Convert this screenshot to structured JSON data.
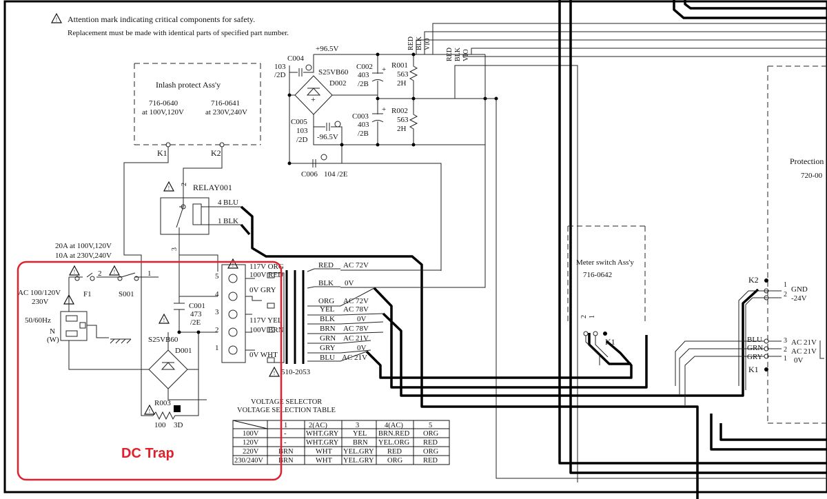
{
  "notes": {
    "line1": "Attention mark indicating critical components for safety.",
    "line2": "Replacement must be made with identical parts of specified part number."
  },
  "inlash": {
    "title": "Inlash protect Ass'y",
    "part_a": "716-0640",
    "part_a_note": "at 100V,120V",
    "part_b": "716-0641",
    "part_b_note": "at 230V,240V",
    "k1": "K1",
    "k2": "K2"
  },
  "rectifier": {
    "vpos": "+96.5V",
    "vneg": "-96.5V",
    "c004_val": "103",
    "c004_rating": "/2D",
    "c004": "C004",
    "bridge": "S25VB60",
    "d002": "D002",
    "c002": "C002",
    "c002_val": "403",
    "c002_rating": "/2B",
    "r001": "R001",
    "r001_val": "563",
    "r001_rating": "2H",
    "c003": "C003",
    "c003_val": "403",
    "c003_rating": "/2B",
    "r002": "R002",
    "r002_val": "563",
    "r002_rating": "2H",
    "c005": "C005",
    "c005_val": "103",
    "c005_rating": "/2D",
    "c006": "C006",
    "c006_val": "104 /2E",
    "wire_red": "RED",
    "wire_blk": "BLK",
    "wire_vio": "VIO"
  },
  "relay": {
    "name": "RELAY001",
    "pin4": "4",
    "pin4_wire": "BLU",
    "pin1": "1",
    "pin1_wire": "BLK",
    "pin2": "2",
    "pin3": "3"
  },
  "input": {
    "fuse_rating_a": "20A at 100V,120V",
    "fuse_rating_b": "10A at 230V,240V",
    "ac_label": "AC 100/120V",
    "ac_label2": "230V",
    "freq": "50/60Hz",
    "neutral": "N",
    "neutral2": "(W)",
    "fuse": "F1",
    "switch": "S001",
    "sw_pin2": "2",
    "sw_pin1": "1"
  },
  "dc_trap": {
    "title": "DC Trap",
    "c001": "C001",
    "c001_val": "473",
    "c001_rating": "/2E",
    "bridge": "S25VB60",
    "d001": "D001",
    "r003": "R003",
    "r003_val": "100",
    "r003_rating": "3D"
  },
  "selector": {
    "pins": [
      "5",
      "4",
      "3",
      "2",
      "1"
    ],
    "taps": [
      "117V ORG",
      "100V RED",
      "0V  GRY",
      "117V YEL",
      "100V BRN",
      "0V  WHT"
    ],
    "part": "510-2053"
  },
  "transformer": {
    "sec": [
      {
        "wire": "RED",
        "label": "AC 72V"
      },
      {
        "wire": "BLK",
        "label": "0V"
      },
      {
        "wire": "ORG",
        "label": "AC 72V"
      },
      {
        "wire": "YEL",
        "label": "AC 78V"
      },
      {
        "wire": "BLK",
        "label": "0V"
      },
      {
        "wire": "BRN",
        "label": "AC 78V"
      },
      {
        "wire": "GRN",
        "label": "AC 21V"
      },
      {
        "wire": "GRY",
        "label": "0V"
      },
      {
        "wire": "BLU",
        "label": "AC 21V"
      }
    ]
  },
  "voltage_table": {
    "title1": "VOLTAGE SELECTOR",
    "title2": "VOLTAGE SELECTION TABLE",
    "headers": [
      "1",
      "2(AC)",
      "3",
      "4(AC)",
      "5"
    ],
    "rows": [
      {
        "v": "100V",
        "c": [
          "-",
          "WHT.GRY",
          "YEL",
          "BRN.RED",
          "ORG"
        ]
      },
      {
        "v": "120V",
        "c": [
          "-",
          "WHT.GRY",
          "BRN",
          "YEL.ORG",
          "RED"
        ]
      },
      {
        "v": "220V",
        "c": [
          "BRN",
          "WHT",
          "YEL.GRY",
          "RED",
          "ORG"
        ]
      },
      {
        "v": "230/240V",
        "c": [
          "BRN",
          "WHT",
          "YEL.GRY",
          "ORG",
          "RED"
        ]
      }
    ]
  },
  "meter": {
    "title": "Meter switch Ass'y",
    "part": "716-0642",
    "pin2": "2",
    "pin1": "1",
    "k1": "K1"
  },
  "protection": {
    "title": "Protection",
    "part": "720-00",
    "k2": "K2",
    "k1": "K1",
    "pins_top": [
      {
        "pin": "1",
        "label": "GND"
      },
      {
        "pin": "2",
        "label": "-24V"
      }
    ],
    "pins_bottom": [
      {
        "wire": "BLU",
        "pin": "3",
        "label": "AC 21V"
      },
      {
        "wire": "GRN",
        "pin": "2",
        "label": "AC 21V"
      },
      {
        "wire": "GRY",
        "pin": "1",
        "label": "0V"
      }
    ]
  }
}
